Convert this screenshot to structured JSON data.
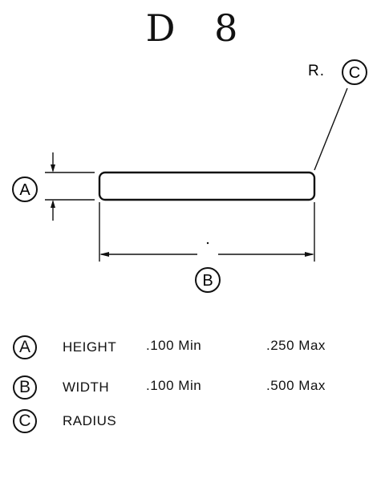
{
  "title": "D 8",
  "radius_label": "R.",
  "markers": {
    "a": "A",
    "b": "B",
    "c": "C"
  },
  "legend": [
    {
      "marker": "A",
      "label": "HEIGHT",
      "min": ".100 Min",
      "max": ".250 Max"
    },
    {
      "marker": "B",
      "label": "WIDTH",
      "min": ".100 Min",
      "max": ".500 Max"
    },
    {
      "marker": "C",
      "label": "RADIUS",
      "min": "",
      "max": ""
    }
  ]
}
